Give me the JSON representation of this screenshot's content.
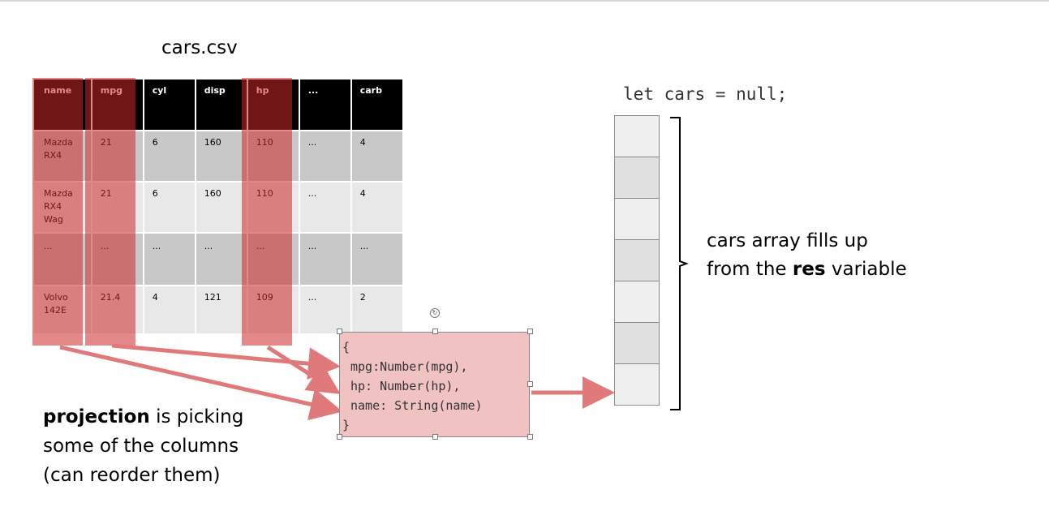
{
  "title": "cars.csv",
  "table": {
    "headers": [
      "name",
      "mpg",
      "cyl",
      "disp",
      "hp",
      "...",
      "carb"
    ],
    "rows": [
      [
        "Mazda RX4",
        "21",
        "6",
        "160",
        "110",
        "...",
        "4"
      ],
      [
        "Mazda RX4 Wag",
        "21",
        "6",
        "160",
        "110",
        "...",
        "4"
      ],
      [
        "...",
        "...",
        "...",
        "...",
        "...",
        "...",
        "..."
      ],
      [
        "Volvo 142E",
        "21.4",
        "4",
        "121",
        "109",
        "...",
        "2"
      ]
    ]
  },
  "projection_code": {
    "open": "{",
    "lines": [
      "mpg:Number(mpg),",
      "hp: Number(hp),",
      "name: String(name)"
    ],
    "close": "}"
  },
  "declaration": "let cars = null;",
  "array_explanation": {
    "line1": "cars array fills up",
    "line2_pre": "from the ",
    "line2_bold": "res",
    "line2_post": " variable"
  },
  "caption": {
    "bold": "projection",
    "rest1": " is picking",
    "line2": "some of the columns",
    "line3": "(can reorder them)"
  },
  "colors": {
    "highlight": "#cd2828",
    "arrow": "#e07a7a",
    "header_bg": "#000000",
    "code_box": "#f0c2c2"
  }
}
